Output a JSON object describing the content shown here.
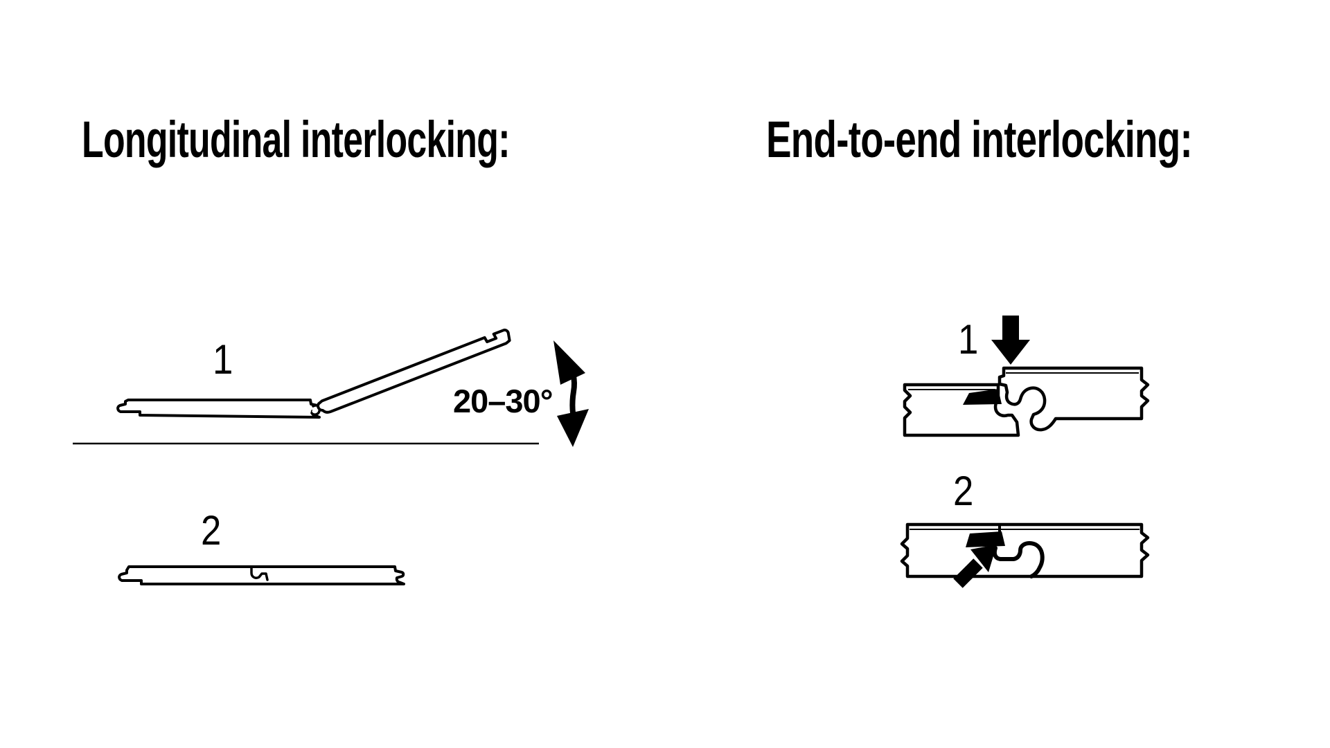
{
  "page": {
    "background_color": "#ffffff",
    "ink_color": "#000000"
  },
  "left_panel": {
    "title": "Longitudinal interlocking:",
    "steps": [
      {
        "number": "1",
        "angle_label": "20–30°"
      },
      {
        "number": "2"
      }
    ],
    "icons": [
      "angle-swing-arrow-icon",
      "floor-line"
    ]
  },
  "right_panel": {
    "title": "End-to-end interlocking:",
    "steps": [
      {
        "number": "1"
      },
      {
        "number": "2"
      }
    ],
    "icons": [
      "press-down-arrow-icon",
      "slide-in-arrow-icon"
    ]
  }
}
